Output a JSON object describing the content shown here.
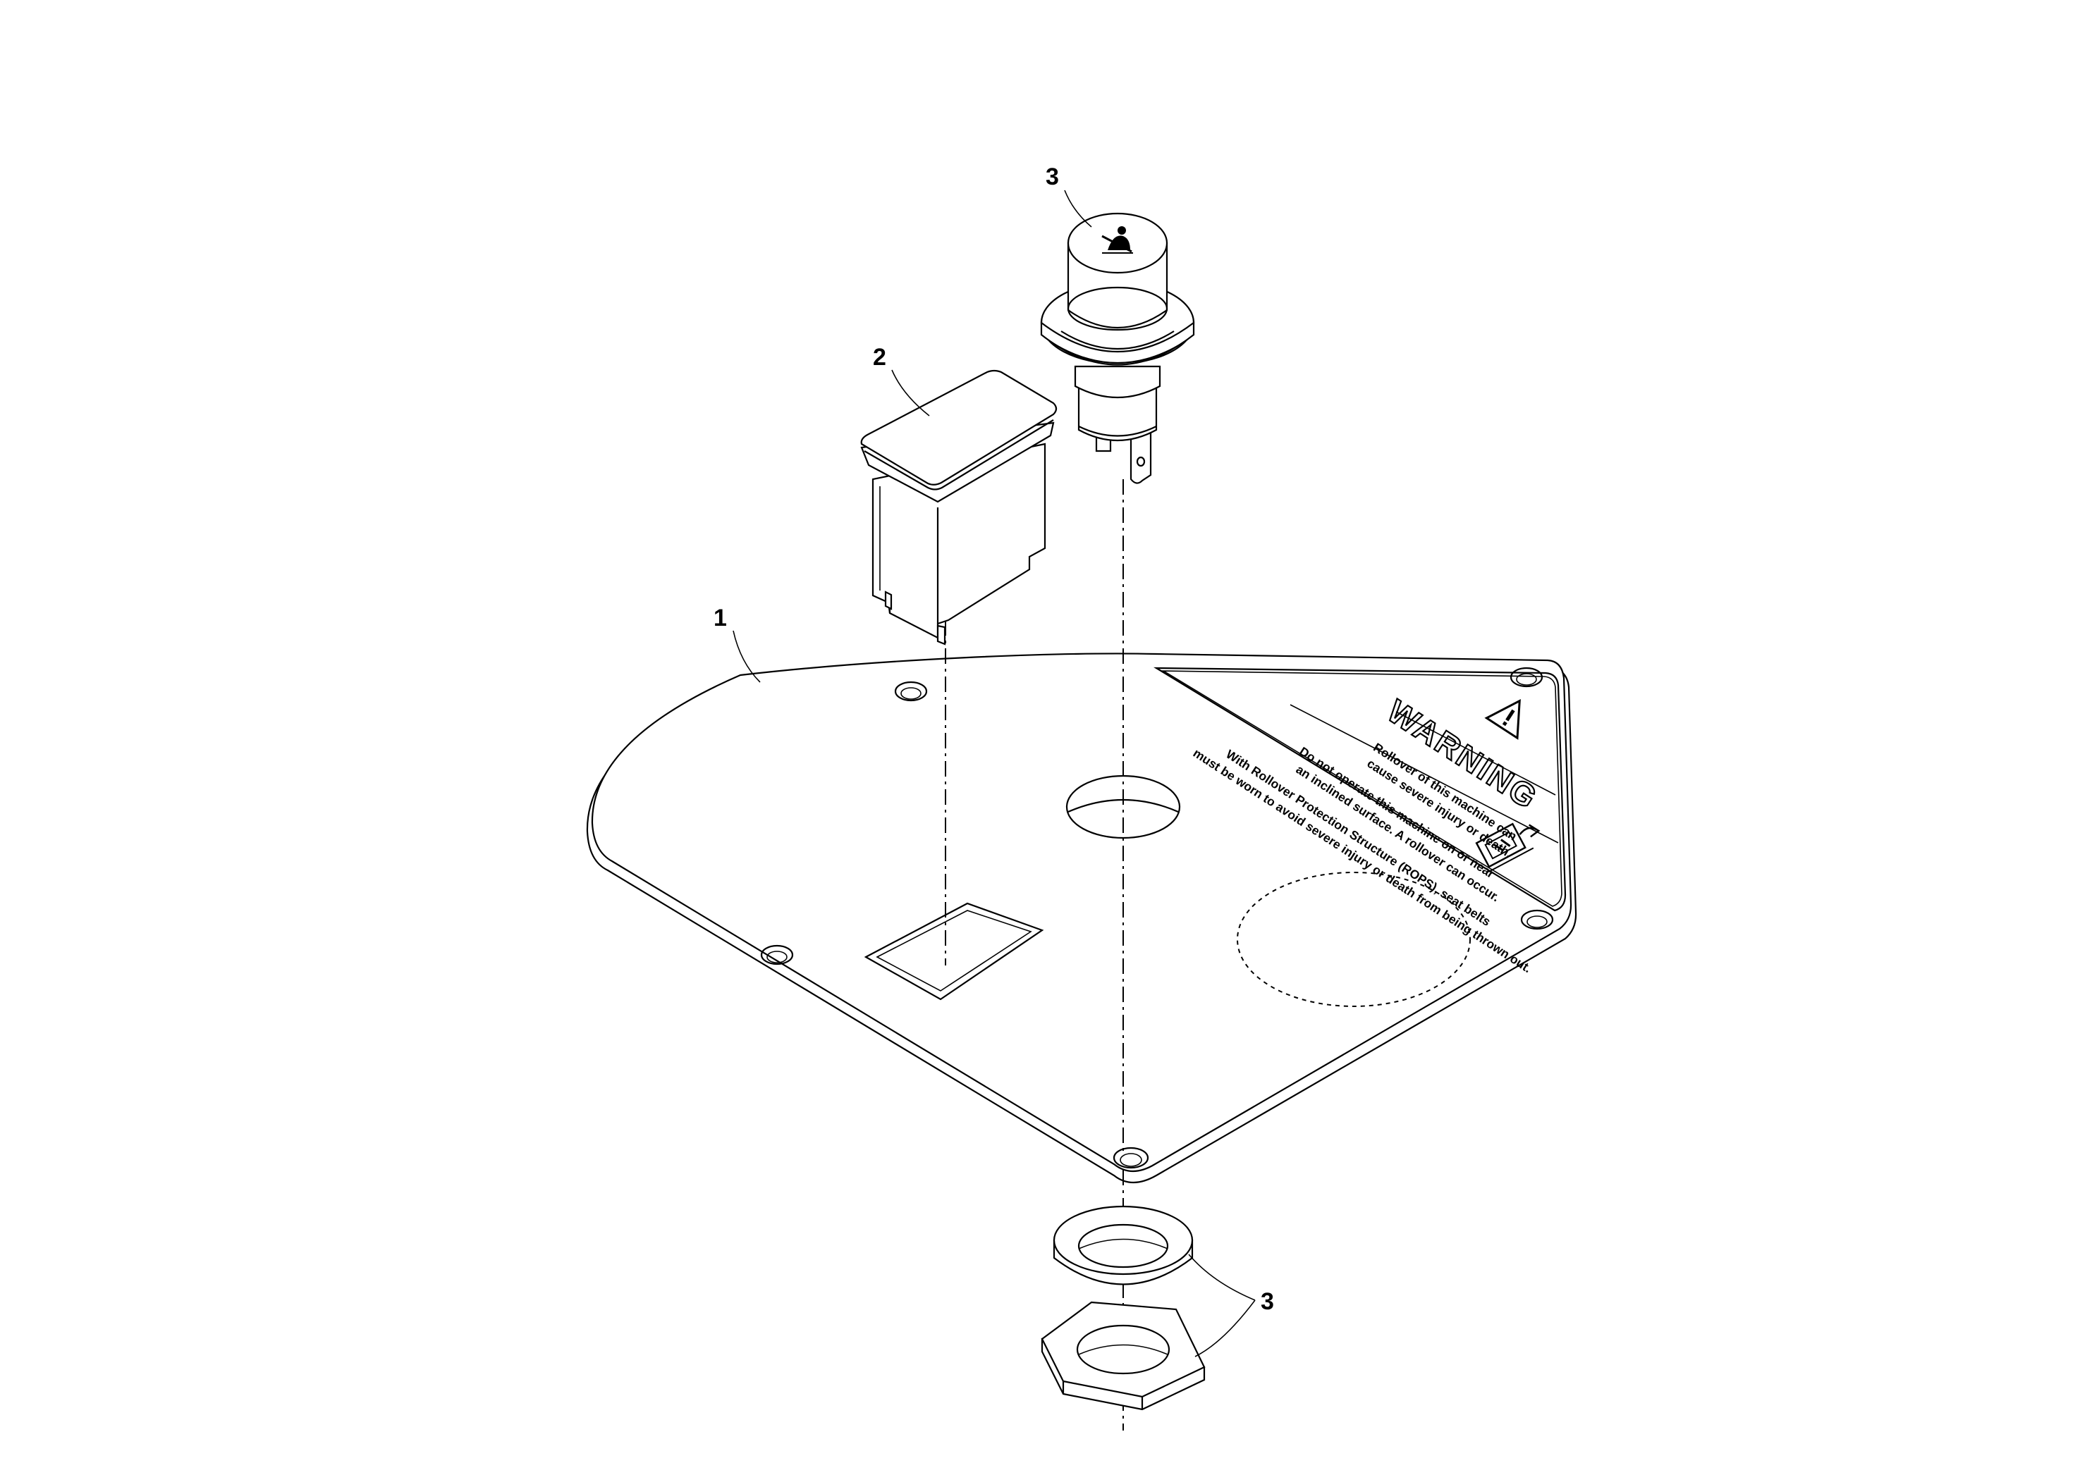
{
  "callouts": {
    "plate": "1",
    "switch": "2",
    "button_top": "3",
    "button_bottom": "3"
  },
  "decal": {
    "title": "WARNING",
    "lines": [
      "Rollover of this machine can",
      "cause severe injury or death.",
      "Do not operate this machine on or near",
      "an inclined surface. A rollover can occur.",
      "With Rollover Protection Structure (ROPS), seat belts",
      "must be worn to avoid severe injury or death from being thrown out."
    ]
  },
  "icons": {
    "warning_triangle": "warning-triangle-icon",
    "seatbelt_symbol": "seatbelt-icon",
    "rollover_pictogram": "rollover-pictogram-icon"
  }
}
